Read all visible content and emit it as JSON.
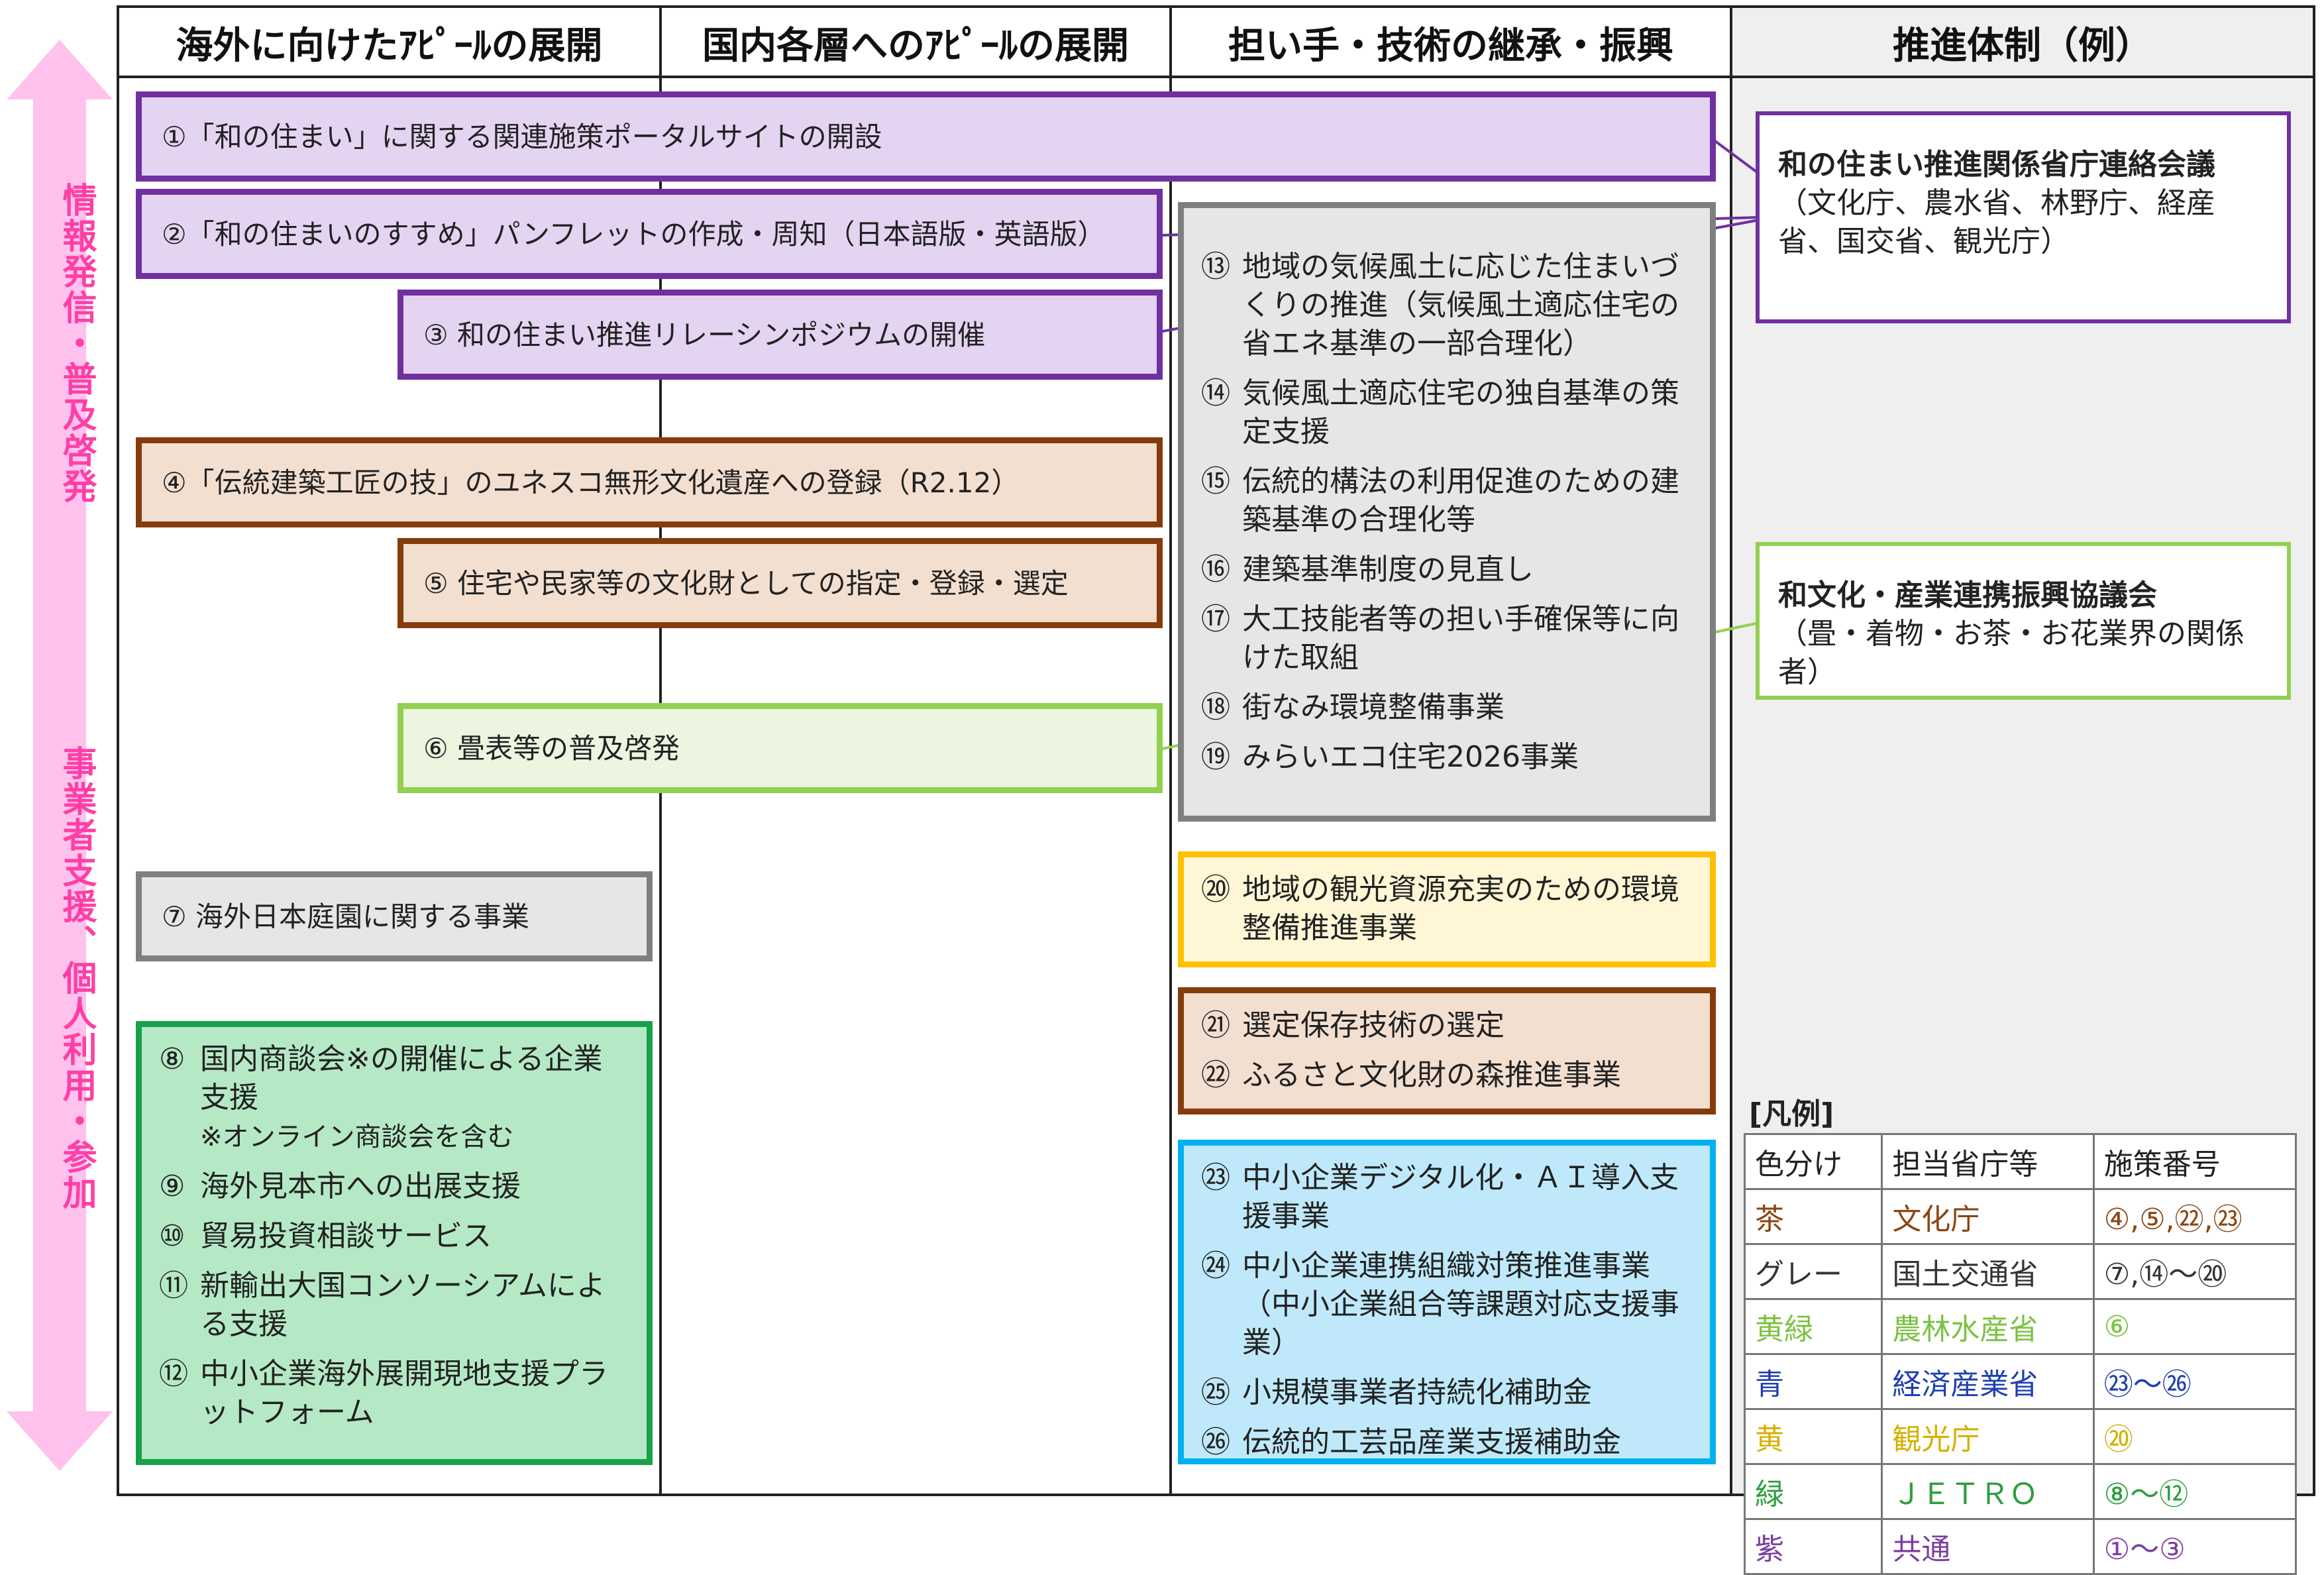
{
  "columns": [
    "海外に向けたｱﾋﾟｰﾙの展開",
    "国内各層へのｱﾋﾟｰﾙの展開",
    "担い手・技術の継承・振興",
    "推進体制（例）"
  ],
  "side_labels": {
    "top": "情報発信・普及啓発",
    "bottom": "事業者支援、個人利用・参加"
  },
  "measures": {
    "m1": "①「和の住まい」に関する関連施策ポータルサイトの開設",
    "m2": "②「和の住まいのすすめ」パンフレットの作成・周知（日本語版・英語版）",
    "m3": "③ 和の住まい推進リレーシンポジウムの開催",
    "m4": "④「伝統建築工匠の技」のユネスコ無形文化遺産への登録（R2.12）",
    "m5": "⑤ 住宅や民家等の文化財としての指定・登録・選定",
    "m6": "⑥ 畳表等の普及啓発",
    "m7": "⑦ 海外日本庭園に関する事業"
  },
  "green_items": [
    {
      "num": "⑧",
      "text": "国内商談会※の開催による企業支援",
      "note": "※オンライン商談会を含む"
    },
    {
      "num": "⑨",
      "text": "海外見本市への出展支援"
    },
    {
      "num": "⑩",
      "text": "貿易投資相談サービス"
    },
    {
      "num": "⑪",
      "text": "新輸出大国コンソーシアムによる支援"
    },
    {
      "num": "⑫",
      "text": "中小企業海外展開現地支援プラットフォーム"
    }
  ],
  "gray_items": [
    {
      "num": "⑬",
      "text": "地域の気候風土に応じた住まいづくりの推進（気候風土適応住宅の省エネ基準の一部合理化）"
    },
    {
      "num": "⑭",
      "text": "気候風土適応住宅の独自基準の策定支援"
    },
    {
      "num": "⑮",
      "text": "伝統的構法の利用促進のための建築基準の合理化等"
    },
    {
      "num": "⑯",
      "text": "建築基準制度の見直し"
    },
    {
      "num": "⑰",
      "text": "大工技能者等の担い手確保等に向けた取組"
    },
    {
      "num": "⑱",
      "text": "街なみ環境整備事業"
    },
    {
      "num": "⑲",
      "text": "みらいエコ住宅2026事業"
    }
  ],
  "yellow_items": [
    {
      "num": "⑳",
      "text": "地域の観光資源充実のための環境整備推進事業"
    }
  ],
  "brown_items": [
    {
      "num": "㉑",
      "text": "選定保存技術の選定"
    },
    {
      "num": "㉒",
      "text": "ふるさと文化財の森推進事業"
    }
  ],
  "blue_items": [
    {
      "num": "㉓",
      "text": "中小企業デジタル化・ＡＩ導入支援事業"
    },
    {
      "num": "㉔",
      "text": "中小企業連携組織対策推進事業（中小企業組合等課題対応支援事業）"
    },
    {
      "num": "㉕",
      "text": "小規模事業者持続化補助金"
    },
    {
      "num": "㉖",
      "text": "伝統的工芸品産業支援補助金"
    }
  ],
  "orgs": {
    "o1_title": "和の住まい推進関係省庁連絡会議",
    "o1_sub": "（文化庁、農水省、林野庁、経産省、国交省、観光庁）",
    "o2_title": "和文化・産業連携振興協議会",
    "o2_sub": "（畳・着物・お茶・お花業界の関係者）"
  },
  "legend": {
    "title": "[凡例]",
    "headers": [
      "色分け",
      "担当省庁等",
      "施策番号"
    ],
    "rows": [
      {
        "color_name": "茶",
        "agency": "文化庁",
        "numbers": "④,⑤,㉒,㉓",
        "color": "#8b4513"
      },
      {
        "color_name": "グレー",
        "agency": "国土交通省",
        "numbers": "⑦,⑭～⑳",
        "color": "#333333"
      },
      {
        "color_name": "黄緑",
        "agency": "農林水産省",
        "numbers": "⑥",
        "color": "#7cc242"
      },
      {
        "color_name": "青",
        "agency": "経済産業省",
        "numbers": "㉓～㉖",
        "color": "#1f3fb0"
      },
      {
        "color_name": "黄",
        "agency": "観光庁",
        "numbers": "⑳",
        "color": "#d4b000"
      },
      {
        "color_name": "緑",
        "agency": "ＪＥＴＲＯ",
        "numbers": "⑧～⑫",
        "color": "#2e9e3e"
      },
      {
        "color_name": "紫",
        "agency": "共通",
        "numbers": "①～③",
        "color": "#7a3fa0"
      }
    ]
  },
  "colors": {
    "purple": "#7030a0",
    "purple_fill": "#e4d4f2",
    "brown": "#843c0c",
    "brown_fill": "#f3dfd0",
    "light_green": "#92d050",
    "light_green_fill": "#ebf5e0",
    "gray": "#7f7f7f",
    "gray_fill": "#e6e6e6",
    "green": "#19a04a",
    "green_fill": "#b5e9c5",
    "yellow": "#ffc000",
    "yellow_fill": "#fff6d6",
    "blue": "#00b0f0",
    "blue_fill": "#bfe9fa",
    "arrow_pink": "#ffc2ec",
    "side_text": "#ff3fa6",
    "right_panel": "#efefef"
  }
}
